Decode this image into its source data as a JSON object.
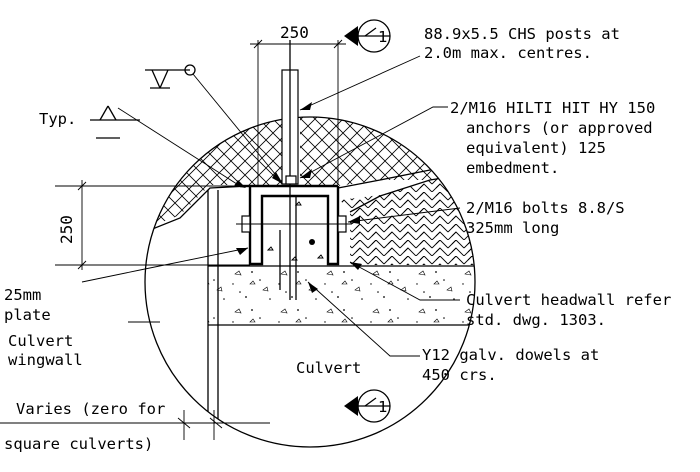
{
  "dimensions": {
    "top_width": "250",
    "left_height": "250"
  },
  "section_markers": {
    "top": "1",
    "bottom": "1"
  },
  "labels": {
    "typ": "Typ.",
    "chs_posts": [
      "88.9x5.5 CHS posts at",
      "2.0m max. centres."
    ],
    "anchors": [
      "2/M16 HILTI HIT HY 150",
      "anchors (or approved",
      "equivalent) 125",
      "embedment."
    ],
    "bolts": [
      "2/M16 bolts 8.8/S",
      "325mm long"
    ],
    "plate": [
      "25mm",
      "plate"
    ],
    "wingwall": [
      "Culvert",
      "wingwall"
    ],
    "headwall": [
      "Culvert headwall refer",
      "std. dwg. 1303."
    ],
    "dowels": [
      "Y12 galv. dowels at",
      "450 crs."
    ],
    "culvert": "Culvert",
    "varies": [
      "Varies (zero for",
      "square culverts)"
    ]
  }
}
